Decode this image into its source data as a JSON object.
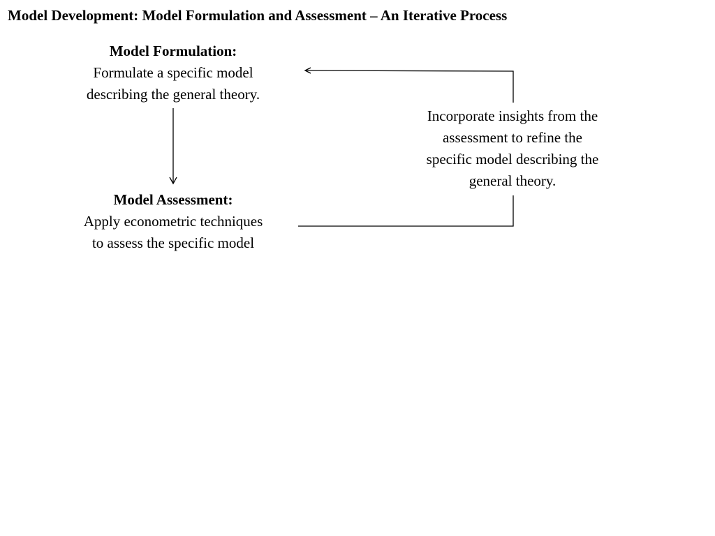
{
  "title": "Model Development: Model Formulation and Assessment – An Iterative Process",
  "formulation": {
    "heading": "Model Formulation:",
    "lines": [
      "Formulate a specific model",
      "describing the general theory."
    ]
  },
  "assessment": {
    "heading": "Model Assessment:",
    "lines": [
      "Apply econometric techniques",
      "to assess the specific model"
    ]
  },
  "feedback": {
    "lines": [
      "Incorporate insights from the",
      "assessment to refine the",
      "specific model describing the",
      "general theory."
    ]
  },
  "colors": {
    "text": "#000000",
    "background": "#ffffff",
    "line": "#000000"
  }
}
